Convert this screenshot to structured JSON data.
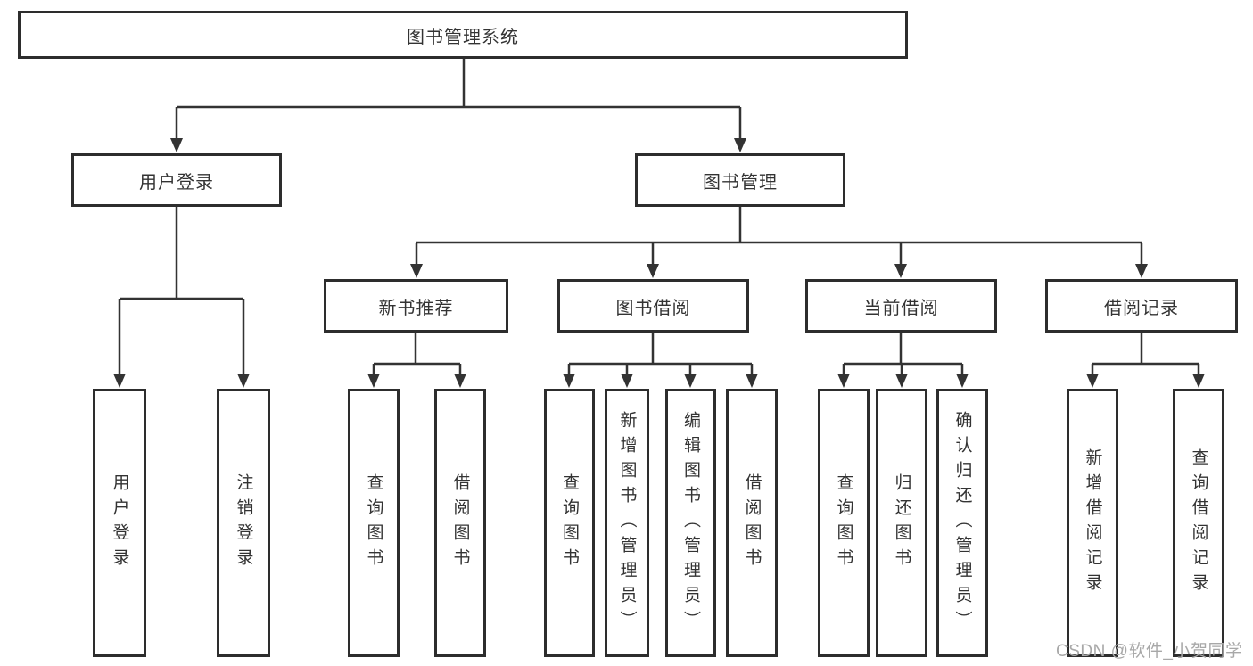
{
  "diagram": {
    "root": "图书管理系统",
    "branches": {
      "user": {
        "label": "用户登录",
        "children": [
          "用户登录",
          "注销登录"
        ]
      },
      "management": {
        "label": "图书管理",
        "sections": {
          "recommend": {
            "label": "新书推荐",
            "children": [
              "查询图书",
              "借阅图书"
            ]
          },
          "borrow": {
            "label": "图书借阅",
            "children": [
              "查询图书",
              "新增图书（管理员）",
              "编辑图书（管理员）",
              "借阅图书"
            ]
          },
          "current": {
            "label": "当前借阅",
            "children": [
              "查询图书",
              "归还图书",
              "确认归还（管理员）"
            ]
          },
          "records": {
            "label": "借阅记录",
            "children": [
              "新增借阅记录",
              "查询借阅记录"
            ]
          }
        }
      }
    }
  },
  "colors": {
    "line": "#333333",
    "box_border": "#2d2d2d",
    "text": "#333333",
    "background": "#ffffff",
    "watermark": "#a8a8a8"
  },
  "watermark": {
    "text": "CSDN @软件_小贺同学"
  }
}
